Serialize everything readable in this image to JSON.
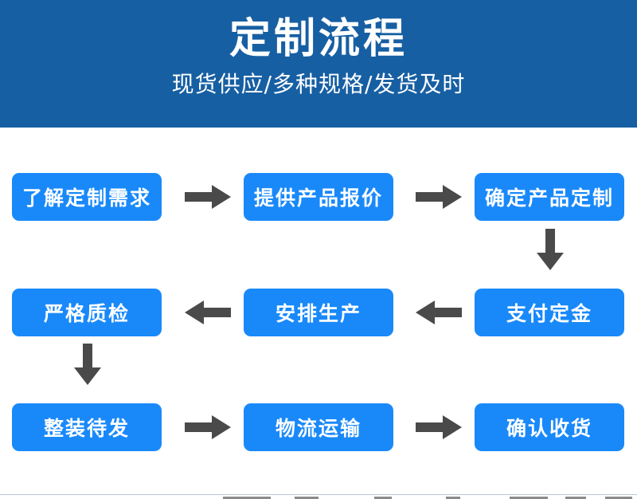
{
  "banner": {
    "title": "定制流程",
    "subtitle": "现货供应/多种规格/发货及时",
    "background_color": "#175FA3",
    "text_color": "#FFFFFF"
  },
  "theme": {
    "node_color": "#1989FA",
    "node_text_color": "#FFFFFF",
    "arrow_color": "#4A4A4A",
    "page_background": "#FFFFFF"
  },
  "flow": {
    "rows": [
      {
        "direction": "left-to-right",
        "nodes": [
          {
            "label": "了解定制需求",
            "step": 1
          },
          {
            "label": "提供产品报价",
            "step": 2
          },
          {
            "label": "确定产品定制",
            "step": 3
          }
        ]
      },
      {
        "direction": "right-to-left",
        "nodes": [
          {
            "label": "严格质检",
            "step": 6
          },
          {
            "label": "安排生产",
            "step": 5
          },
          {
            "label": "支付定金",
            "step": 4
          }
        ]
      },
      {
        "direction": "left-to-right",
        "nodes": [
          {
            "label": "整装待发",
            "step": 7
          },
          {
            "label": "物流运输",
            "step": 8
          },
          {
            "label": "确认收货",
            "step": 9
          }
        ]
      }
    ],
    "connectors": [
      {
        "id": "c1",
        "icon": "arrow-right-icon",
        "from": "了解定制需求",
        "to": "提供产品报价"
      },
      {
        "id": "c2",
        "icon": "arrow-right-icon",
        "from": "提供产品报价",
        "to": "确定产品定制"
      },
      {
        "id": "c3",
        "icon": "arrow-down-icon",
        "from": "确定产品定制",
        "to": "支付定金"
      },
      {
        "id": "c4",
        "icon": "arrow-left-icon",
        "from": "支付定金",
        "to": "安排生产"
      },
      {
        "id": "c5",
        "icon": "arrow-left-icon",
        "from": "安排生产",
        "to": "严格质检"
      },
      {
        "id": "c6",
        "icon": "arrow-down-icon",
        "from": "严格质检",
        "to": "整装待发"
      },
      {
        "id": "c7",
        "icon": "arrow-right-icon",
        "from": "整装待发",
        "to": "物流运输"
      },
      {
        "id": "c8",
        "icon": "arrow-right-icon",
        "from": "物流运输",
        "to": "确认收货"
      }
    ]
  }
}
